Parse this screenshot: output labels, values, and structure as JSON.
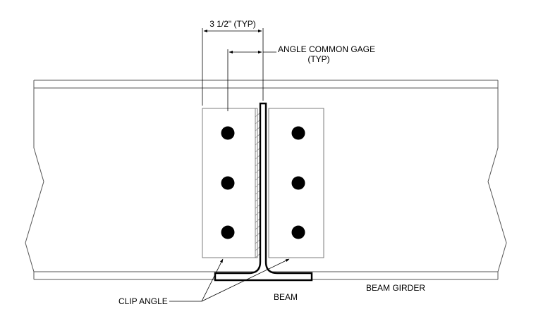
{
  "labels": {
    "dim_spacing": "3 1/2\" (TYP)",
    "gage_line1": "ANGLE COMMON GAGE",
    "gage_line2": "(TYP)",
    "clip_angle": "CLIP ANGLE",
    "beam": "BEAM",
    "beam_girder": "BEAM GIRDER"
  },
  "bolts": {
    "columns": 2,
    "rows": 3
  },
  "colors": {
    "line": "#000000",
    "light_line": "#6e6e6e",
    "bolt": "#000000",
    "background": "#ffffff"
  }
}
